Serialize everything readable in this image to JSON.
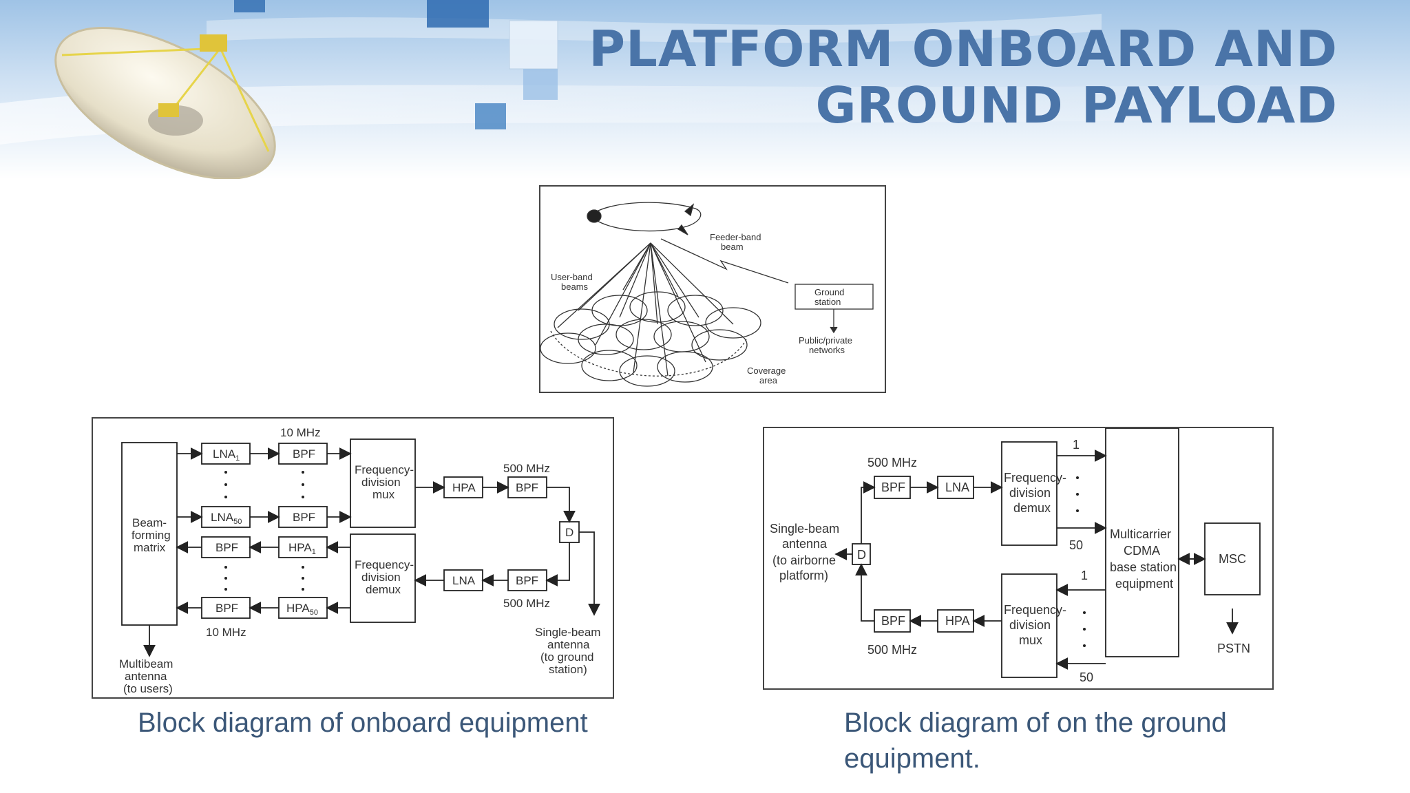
{
  "slide": {
    "title_line1": "PLATFORM ONBOARD  AND",
    "title_line2": "GROUND PAYLOAD"
  },
  "colors": {
    "title": "#4a74a8",
    "caption": "#3b5778",
    "banner_sky": "#dbe9f6",
    "diagram_line": "#333333"
  },
  "overview": {
    "feeder_band_1": "Feeder-band",
    "feeder_band_2": "beam",
    "user_band_1": "User-band",
    "user_band_2": "beams",
    "ground_station_1": "Ground",
    "ground_station_2": "station",
    "networks_1": "Public/private",
    "networks_2": "networks",
    "coverage_1": "Coverage",
    "coverage_2": "area"
  },
  "onboard": {
    "ten_mhz": "10 MHz",
    "ten_mhz_bottom": "10 MHz",
    "five_hundred_top": "500 MHz",
    "five_hundred_bottom": "500 MHz",
    "beam_forming_1": "Beam-",
    "beam_forming_2": "forming",
    "beam_forming_3": "matrix",
    "lna1": "LNA",
    "lna1_sub": "1",
    "lna50": "LNA",
    "lna50_sub": "50",
    "bpf": "BPF",
    "hpa1": "HPA",
    "hpa1_sub": "1",
    "hpa50": "HPA",
    "hpa50_sub": "50",
    "hpa": "HPA",
    "lna": "LNA",
    "fd_mux_1": "Frequency-",
    "fd_mux_2": "division",
    "fd_mux_3": "mux",
    "fd_demux_1": "Frequency-",
    "fd_demux_2": "division",
    "fd_demux_3": "demux",
    "d": "D",
    "multibeam_1": "Multibeam",
    "multibeam_2": "antenna",
    "multibeam_3": "(to users)",
    "single_beam_1": "Single-beam",
    "single_beam_2": "antenna",
    "single_beam_3": "(to ground",
    "single_beam_4": "station)"
  },
  "ground": {
    "five_hundred_top": "500 MHz",
    "five_hundred_bottom": "500 MHz",
    "bpf": "BPF",
    "lna": "LNA",
    "hpa": "HPA",
    "fd_demux_1": "Frequency-",
    "fd_demux_2": "division",
    "fd_demux_3": "demux",
    "fd_mux_1": "Frequency-",
    "fd_mux_2": "division",
    "fd_mux_3": "mux",
    "d": "D",
    "single_beam_1": "Single-beam",
    "single_beam_2": "antenna",
    "single_beam_3": "(to airborne",
    "single_beam_4": "platform)",
    "cdma_1": "Multicarrier",
    "cdma_2": "CDMA",
    "cdma_3": "base station",
    "cdma_4": "equipment",
    "msc": "MSC",
    "pstn": "PSTN",
    "n1_top": "1",
    "n50_top": "50",
    "n1_bottom": "1",
    "n50_bottom": "50"
  },
  "captions": {
    "onboard": "Block diagram of onboard equipment",
    "ground_line1": "Block diagram of on the ground",
    "ground_line2": "equipment."
  }
}
